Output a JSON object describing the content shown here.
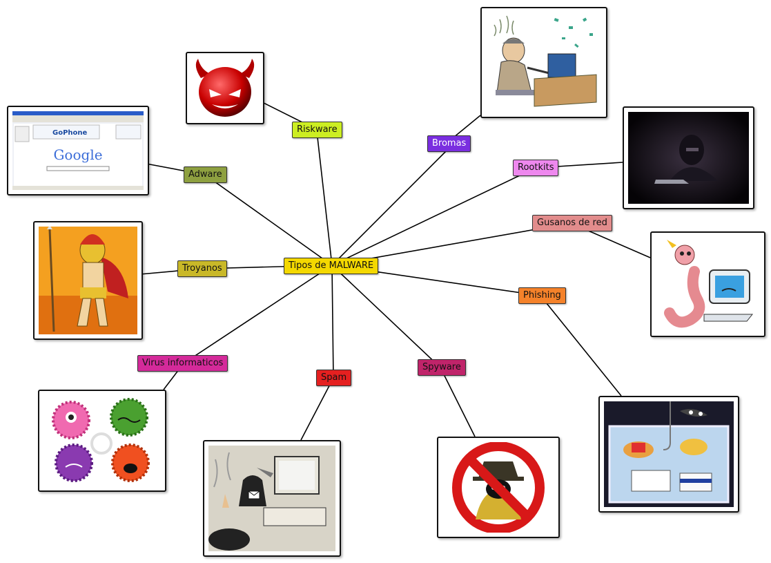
{
  "center": {
    "label": "Tipos de MALWARE",
    "color": "#f4d800"
  },
  "topics": [
    {
      "id": "riskware",
      "label": "Riskware",
      "color": "#ccee22",
      "image": "red-devil-face"
    },
    {
      "id": "bromas",
      "label": "Bromas",
      "color": "#7a2ee0",
      "image": "man-smashing-computer"
    },
    {
      "id": "rootkits",
      "label": "Rootkits",
      "color": "#ee88ee",
      "image": "hooded-hacker-dark"
    },
    {
      "id": "gusanos",
      "label": "Gusanos de red",
      "color": "#e28c8c",
      "image": "worm-with-computer"
    },
    {
      "id": "phishing",
      "label": "Phishing",
      "color": "#f5822a",
      "image": "fish-hook-cards"
    },
    {
      "id": "spyware",
      "label": "Spyware",
      "color": "#c0246a",
      "image": "spy-prohibited"
    },
    {
      "id": "spam",
      "label": "Spam",
      "color": "#e52020",
      "image": "trash-from-monitor"
    },
    {
      "id": "virus",
      "label": "Virus informaticos",
      "color": "#d42a9a",
      "image": "germ-monsters"
    },
    {
      "id": "troyanos",
      "label": "Troyanos",
      "color": "#c9b828",
      "image": "trojan-warrior"
    },
    {
      "id": "adware",
      "label": "Adware",
      "color": "#8ea040",
      "image": "browser-google-screenshot"
    }
  ],
  "images": {
    "browser_google": {
      "word": "Google",
      "ad": "GoPhone"
    }
  }
}
